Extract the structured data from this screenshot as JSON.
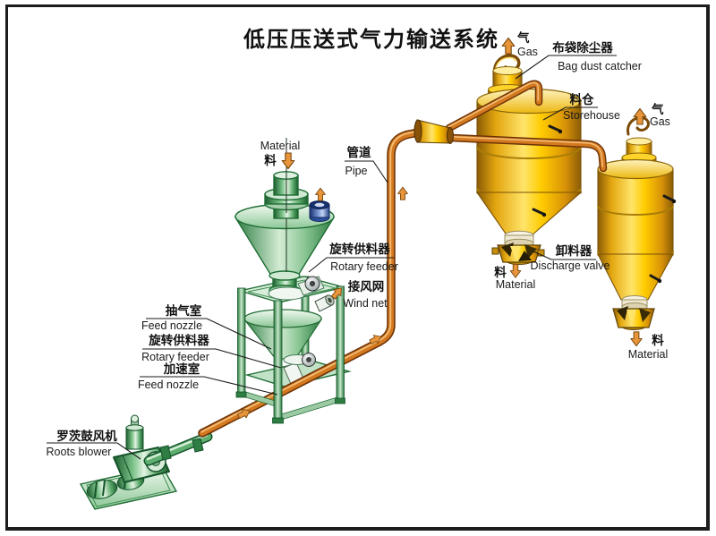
{
  "title": "低压压送式气力输送系统",
  "colors": {
    "gold": "#ffcc00",
    "green": "#6fbc7d",
    "pipe_orange": "#d4791f",
    "arrow_orange": "#e8943a",
    "valve_blue": "#4a72c4",
    "text": "#111111"
  },
  "labels": {
    "material_in": {
      "zh": "料",
      "en": "Material"
    },
    "pipe": {
      "zh": "管道",
      "en": "Pipe"
    },
    "rotary_feeder_top": {
      "zh": "旋转供料器",
      "en": "Rotary feeder"
    },
    "wind_net": {
      "zh": "接风网",
      "en": "Wind net"
    },
    "suction_chamber": {
      "zh": "抽气室",
      "en": "Feed nozzle"
    },
    "rotary_feeder_left": {
      "zh": "旋转供料器",
      "en": "Rotary feeder"
    },
    "accel_chamber": {
      "zh": "加速室",
      "en": "Feed nozzle"
    },
    "roots_blower": {
      "zh": "罗茨鼓风机",
      "en": "Roots blower"
    },
    "gas_silo1": {
      "zh": "气",
      "en": "Gas"
    },
    "bag_dust_catcher": {
      "zh": "布袋除尘器",
      "en": "Bag dust catcher"
    },
    "storehouse": {
      "zh": "料仓",
      "en": "Storehouse"
    },
    "gas_silo2": {
      "zh": "气",
      "en": "Gas"
    },
    "discharge_valve": {
      "zh": "卸料器",
      "en": "Discharge valve"
    },
    "material_silo1": {
      "zh": "料",
      "en": "Material"
    },
    "material_silo2": {
      "zh": "料",
      "en": "Material"
    }
  }
}
